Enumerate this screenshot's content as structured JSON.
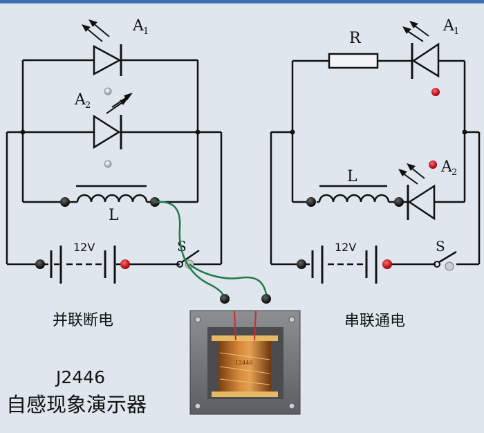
{
  "panel": {
    "model": "J2446",
    "name": "自感现象演示器",
    "left_caption": "并联断电",
    "right_caption": "串联通电",
    "colors": {
      "panel": "#dfe6ee",
      "wire": "#111111",
      "led_red": "#d4111c",
      "coil": "#b5651d",
      "green_wire": "#1f7a46"
    }
  },
  "left_circuit": {
    "lamp1_label": "A",
    "lamp1_sub": "1",
    "lamp2_label": "A",
    "lamp2_sub": "2",
    "inductor_label": "L",
    "battery_label": "12V",
    "switch_label": "S"
  },
  "right_circuit": {
    "resistor_label": "R",
    "lamp1_label": "A",
    "lamp1_sub": "1",
    "lamp2_label": "A",
    "lamp2_sub": "2",
    "inductor_label": "L",
    "battery_label": "12V",
    "switch_label": "S"
  },
  "coil_unit": {
    "label": "12446"
  }
}
